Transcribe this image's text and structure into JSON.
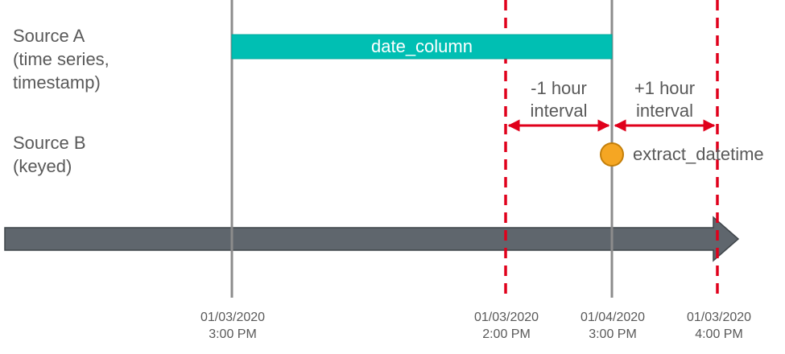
{
  "rows": {
    "source_a": "Source A\n(time series,\ntimestamp)",
    "source_b": "Source B\n(keyed)"
  },
  "bar": {
    "label": "date_column",
    "color": "#00BFB3"
  },
  "point": {
    "label": "extract_datetime",
    "color": "#F5A623"
  },
  "intervals": {
    "minus": "-1 hour\ninterval",
    "plus": "+1 hour\ninterval"
  },
  "ticks": [
    "01/03/2020\n3:00 PM",
    "01/03/2020\n2:00 PM",
    "01/04/2020\n3:00 PM",
    "01/03/2020\n4:00 PM"
  ],
  "colors": {
    "solid_line": "#8C8C8C",
    "dashed_line": "#E0001B",
    "arrow": "#5F666D",
    "text": "#595959"
  }
}
